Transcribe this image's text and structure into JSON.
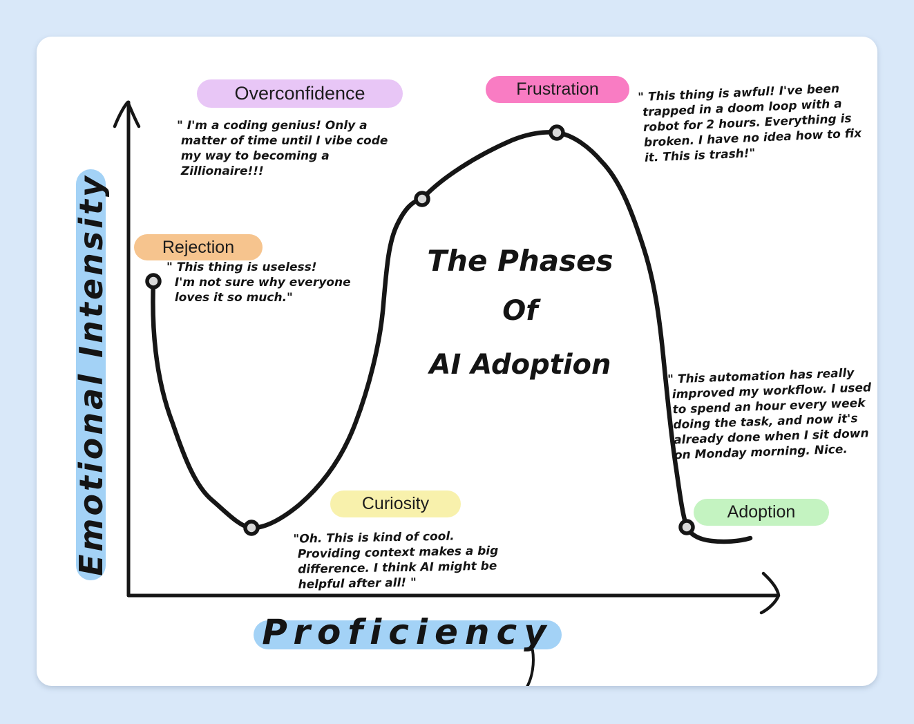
{
  "page": {
    "background_color": "#d9e8f9",
    "canvas_color": "#ffffff",
    "ink_color": "#161616",
    "axis_highlight_color": "#a3d2f6",
    "point_fill_color": "#d9d9d9"
  },
  "title": {
    "line1": "The Phases",
    "line2": "Of",
    "line3": "AI Adoption"
  },
  "axes": {
    "y_label": "Emotional Intensity",
    "x_label": "Proficiency"
  },
  "phases": [
    {
      "id": "rejection",
      "label": "Rejection",
      "pill_color": "#f6c48e",
      "quote": "\" This thing is useless!\n  I'm not sure why everyone\n  loves it so much.\""
    },
    {
      "id": "curiosity",
      "label": "Curiosity",
      "pill_color": "#f8f1ac",
      "quote": "\"Oh. This is kind of cool.\n Providing context makes a big\n difference. I think AI might be\n helpful after all! \""
    },
    {
      "id": "overconfidence",
      "label": "Overconfidence",
      "pill_color": "#e8c6f6",
      "quote": "\" I'm a coding genius! Only a\n matter of time until I vibe code\n my way to becoming a\n Zillionaire!!!"
    },
    {
      "id": "frustration",
      "label": "Frustration",
      "pill_color": "#f97cc3",
      "quote": "\" This thing is awful! I've been\n trapped in a doom loop with a\n robot for 2 hours. Everything is\n broken. I have no idea how to fix\n it. This is trash!\""
    },
    {
      "id": "adoption",
      "label": "Adoption",
      "pill_color": "#c4f3c1",
      "quote": "\" This automation has really\n improved my workflow. I used\n to spend an hour every week\n doing the task, and now it's\n already done when I sit down\n on Monday morning. Nice."
    }
  ]
}
